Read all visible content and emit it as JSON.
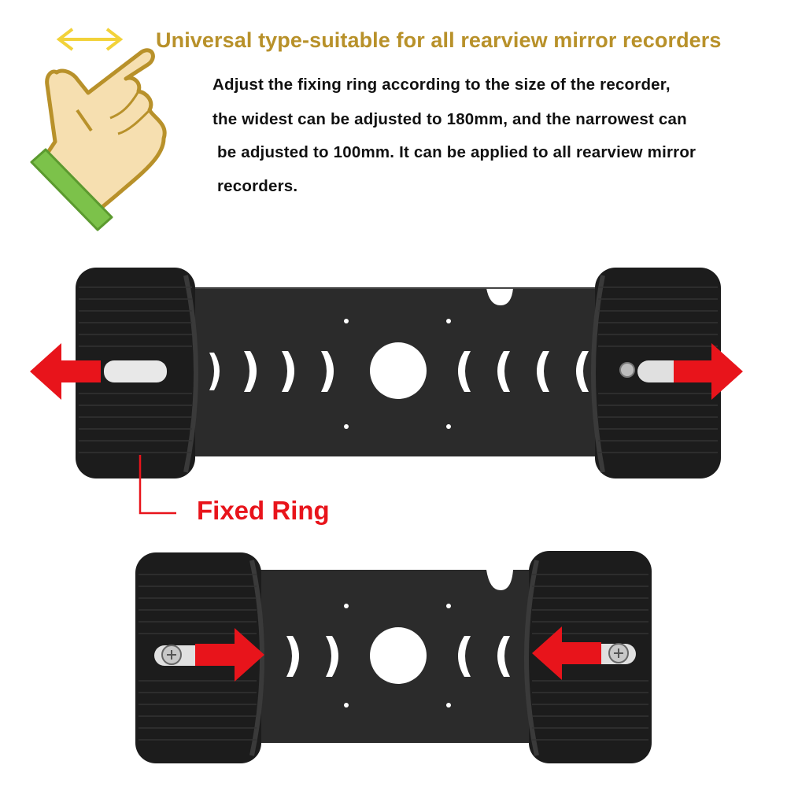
{
  "headline": "Universal type-suitable for all rearview mirror recorders",
  "description_lines": [
    "Adjust the fixing ring according to the size of the recorder,",
    "the widest can be adjusted to 180mm, and the narrowest can",
    "be adjusted to 100mm. It can be applied to all rearview mirror",
    "recorders."
  ],
  "fixed_ring_label": "Fixed Ring",
  "icons": {
    "hand": "swipe-hand-icon",
    "arrow": "double-arrow-icon"
  },
  "colors": {
    "headline": "#b8912a",
    "label": "#e8141b",
    "arrow_red": "#e8141b",
    "bracket": "#2b2b2b",
    "ring": "#1c1c1c",
    "hand_skin": "#f6dfb0",
    "hand_outline": "#b8912a",
    "cuff": "#7cc24a",
    "swipe_arrow": "#f2d23a"
  }
}
